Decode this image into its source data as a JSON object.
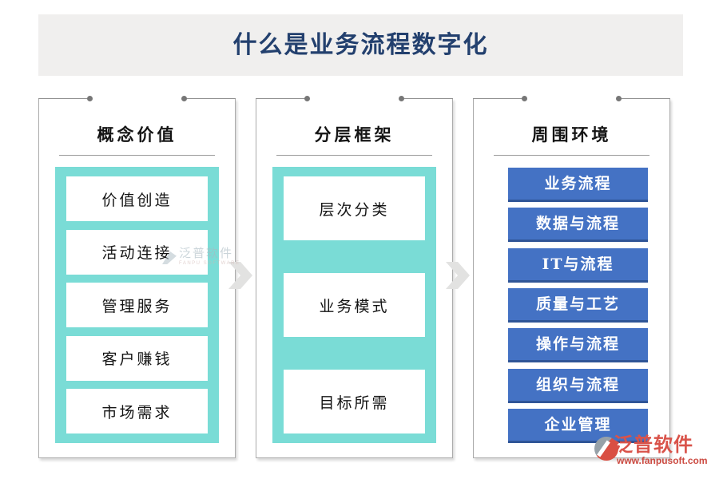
{
  "title": "什么是业务流程数字化",
  "columns": [
    {
      "header": "概念价值",
      "style": "teal",
      "items": [
        "价值创造",
        "活动连接",
        "管理服务",
        "客户赚钱",
        "市场需求"
      ]
    },
    {
      "header": "分层框架",
      "style": "teal",
      "items": [
        "层次分类",
        "业务模式",
        "目标所需"
      ]
    },
    {
      "header": "周围环境",
      "style": "blue",
      "items": [
        "业务流程",
        "数据与流程",
        "IT与流程",
        "质量与工艺",
        "操作与流程",
        "组织与流程",
        "企业管理"
      ]
    }
  ],
  "watermark": {
    "name": "泛普软件",
    "subtitle": "FANPU SOFTWARE"
  },
  "footer_logo": {
    "name": "泛普软件",
    "url": "www.fanpusoft.com"
  },
  "colors": {
    "teal": "#7ADCD6",
    "button_blue": "#4472C4",
    "button_blue_dark": "#2F5597",
    "title_navy": "#23406E",
    "brand_red": "#D9534A",
    "band_gray": "#F0EFEE",
    "border_gray": "#ABABAB",
    "arrow_gray": "#E2E2E1"
  }
}
